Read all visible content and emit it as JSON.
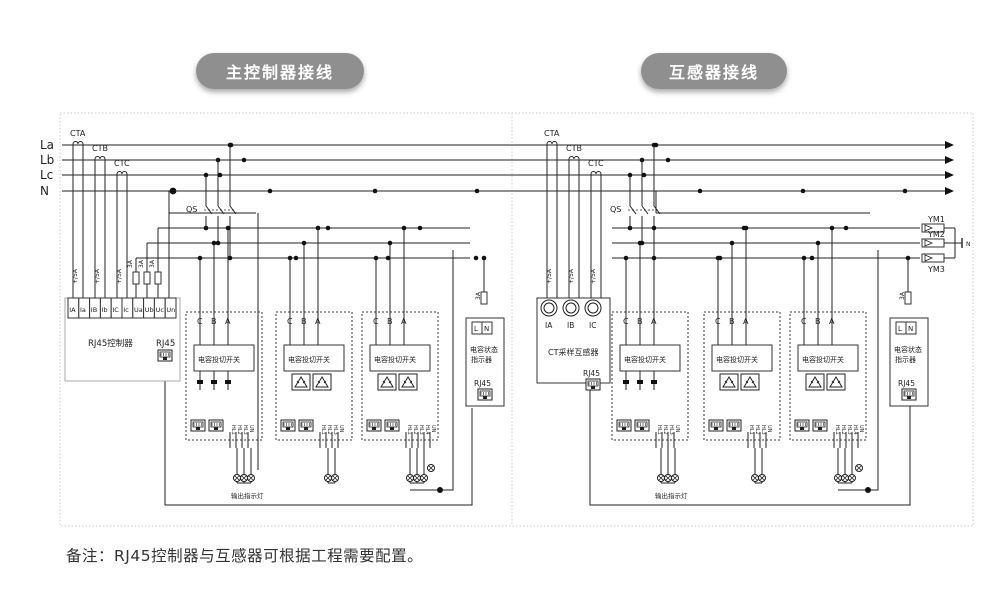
{
  "titles": {
    "left": "主控制器接线",
    "right": "互感器接线"
  },
  "buses": [
    "La",
    "Lb",
    "Lc",
    "N"
  ],
  "ct_left": [
    "CTA",
    "CTB",
    "CTC"
  ],
  "ct_right": [
    "CTA",
    "CTB",
    "CTC"
  ],
  "qs_label": "QS",
  "rating_5a": "+/5A",
  "fuse_rating": "3A",
  "controller": {
    "terminals": [
      "IA",
      "Ia",
      "IB",
      "Ib",
      "IC",
      "Ic",
      "Ua",
      "Ub",
      "Uc",
      "Un"
    ],
    "name": "RJ45控制器",
    "port": "RJ45"
  },
  "ct_module": {
    "terminals": [
      "IA",
      "IB",
      "IC"
    ],
    "name": "CT采样互感器",
    "port": "RJ45"
  },
  "switch_phases": [
    "C",
    "B",
    "A"
  ],
  "switch_label": "电容投切开关",
  "outputs_three": [
    "HL1",
    "HL2",
    "HL3",
    "UN"
  ],
  "outputs_four": [
    "HL1",
    "HL2",
    "HL3",
    "HL4",
    "UN"
  ],
  "indicator_label": "输出指示灯",
  "status_indicator": {
    "line1": "电容状态",
    "line2": "指示器",
    "port": "RJ45",
    "terminals": [
      "L",
      "N"
    ]
  },
  "ym_labels": [
    "YM1",
    "YM2",
    "YM3"
  ],
  "note": "备注：RJ45控制器与互感器可根据工程需要配置。"
}
